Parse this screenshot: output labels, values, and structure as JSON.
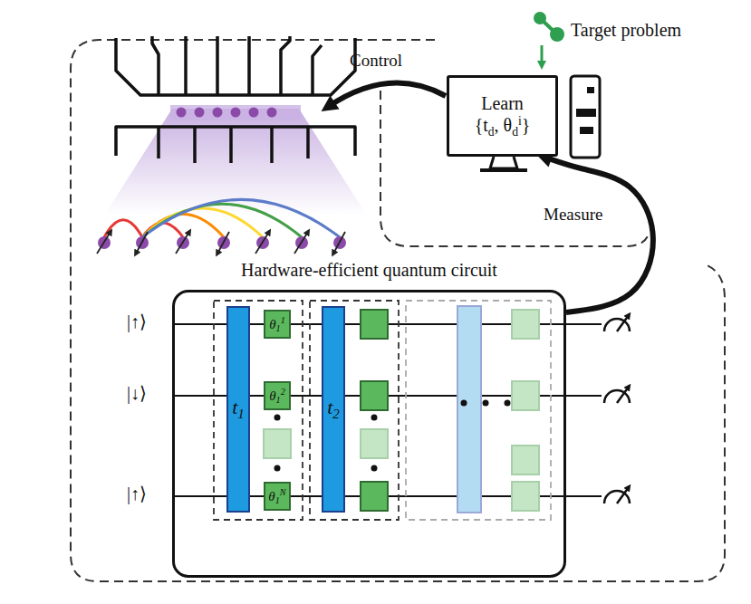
{
  "diagram": {
    "nodes": [
      {
        "text": [
          "Learn",
          "{t_d, θ_d^i}"
        ]
      },
      {
        "text": [
          "Hardware-efficient quantum circuit"
        ]
      },
      {
        "text": [
          "t_1"
        ],
        "in": 1
      },
      {
        "text": [
          "θ_1^1"
        ],
        "in": 1
      },
      {
        "text": [
          "θ_1^2"
        ],
        "in": 1
      },
      {
        "text": [
          "θ_1^N"
        ],
        "in": 1
      },
      {
        "text": [
          "t_2"
        ],
        "in": 1
      }
    ],
    "edges": [
      {
        "from": 1,
        "to": 0,
        "arrow": "to",
        "label": "Measure"
      }
    ],
    "labels": [
      "Target problem",
      "Control",
      "|↑⟩",
      "|↓⟩",
      "|↑⟩"
    ]
  }
}
